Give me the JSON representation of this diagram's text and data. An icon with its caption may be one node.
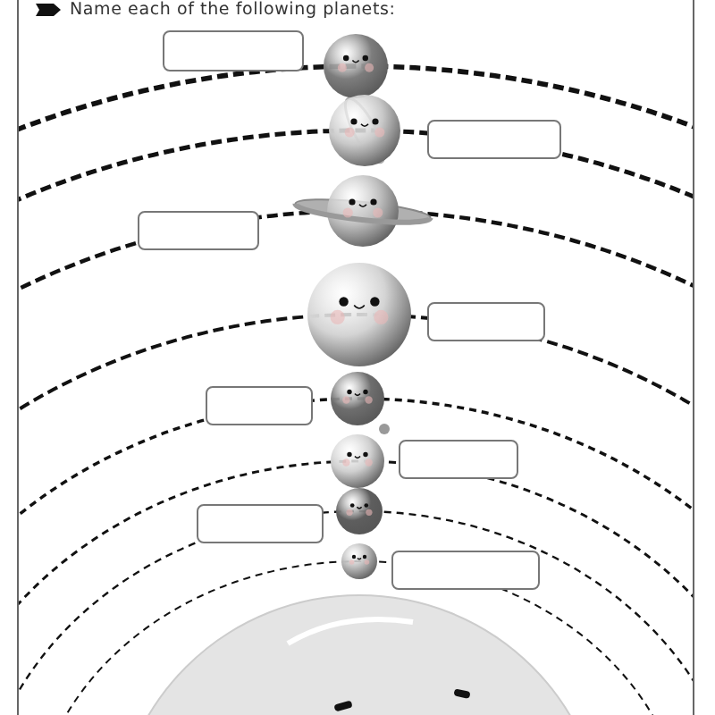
{
  "diagram": {
    "title": "Name each of the following planets:",
    "nodes": [
      {
        "text": [],
        "shape": "box"
      },
      {
        "text": [],
        "shape": "picture"
      },
      {
        "text": [],
        "shape": "picture"
      },
      {
        "text": [],
        "shape": "box"
      },
      {
        "text": [],
        "shape": "box"
      },
      {
        "text": [],
        "shape": "picture"
      },
      {
        "text": [],
        "shape": "picture"
      },
      {
        "text": [],
        "shape": "box"
      },
      {
        "text": [],
        "shape": "box"
      },
      {
        "text": [],
        "shape": "picture"
      },
      {
        "text": [],
        "shape": "picture"
      },
      {
        "text": [],
        "shape": "box"
      },
      {
        "text": [],
        "shape": "box"
      },
      {
        "text": [],
        "shape": "picture"
      },
      {
        "text": [],
        "shape": "picture"
      },
      {
        "text": [],
        "shape": "box"
      },
      {
        "text": [],
        "shape": "picture"
      }
    ]
  }
}
